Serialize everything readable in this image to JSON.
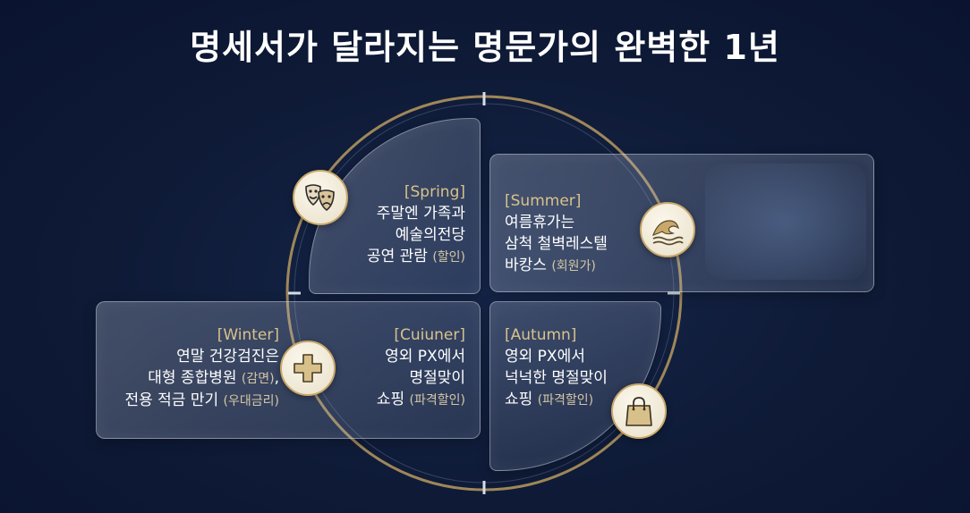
{
  "title": "명세서가 달라지는 명문가의 완벽한 1년",
  "colors": {
    "background": "#0e1a36",
    "accent_gold": "#c9a86a",
    "season_label": "#d8c28c",
    "text": "#ffffff"
  },
  "seasons": {
    "spring": {
      "label": "[Spring]",
      "lines": [
        "주말엔 가족과",
        "예술의전당"
      ],
      "last_text": "공연 관람 ",
      "last_note": "(할인)",
      "icon": "theater-masks-icon"
    },
    "summer": {
      "label": "[Summer]",
      "lines": [
        "여름휴가는",
        "삼척 철벽레스텔"
      ],
      "last_text": "바캉스 ",
      "last_note": "(회원가)",
      "icon": "wave-icon"
    },
    "winter": {
      "label": "[Winter]",
      "line1": "연말 건강검진은",
      "line2_text": "대형 종합병원 ",
      "line2_note": "(감면)",
      "line2_tail": ",",
      "line3_text": "전용 적금 만기 ",
      "line3_note": "(우대금리)",
      "icon": "medical-cross-icon"
    },
    "cuiuner": {
      "label": "[Cuiuner]",
      "lines": [
        "영외 PX에서",
        "명절맞이"
      ],
      "last_text": "쇼핑 ",
      "last_note": "(파격할인)"
    },
    "autumn": {
      "label": "[Autumn]",
      "lines": [
        "영외 PX에서",
        "넉넉한 명절맞이"
      ],
      "last_text": "쇼핑 ",
      "last_note": "(파격할인)",
      "icon": "shopping-bag-icon"
    }
  }
}
